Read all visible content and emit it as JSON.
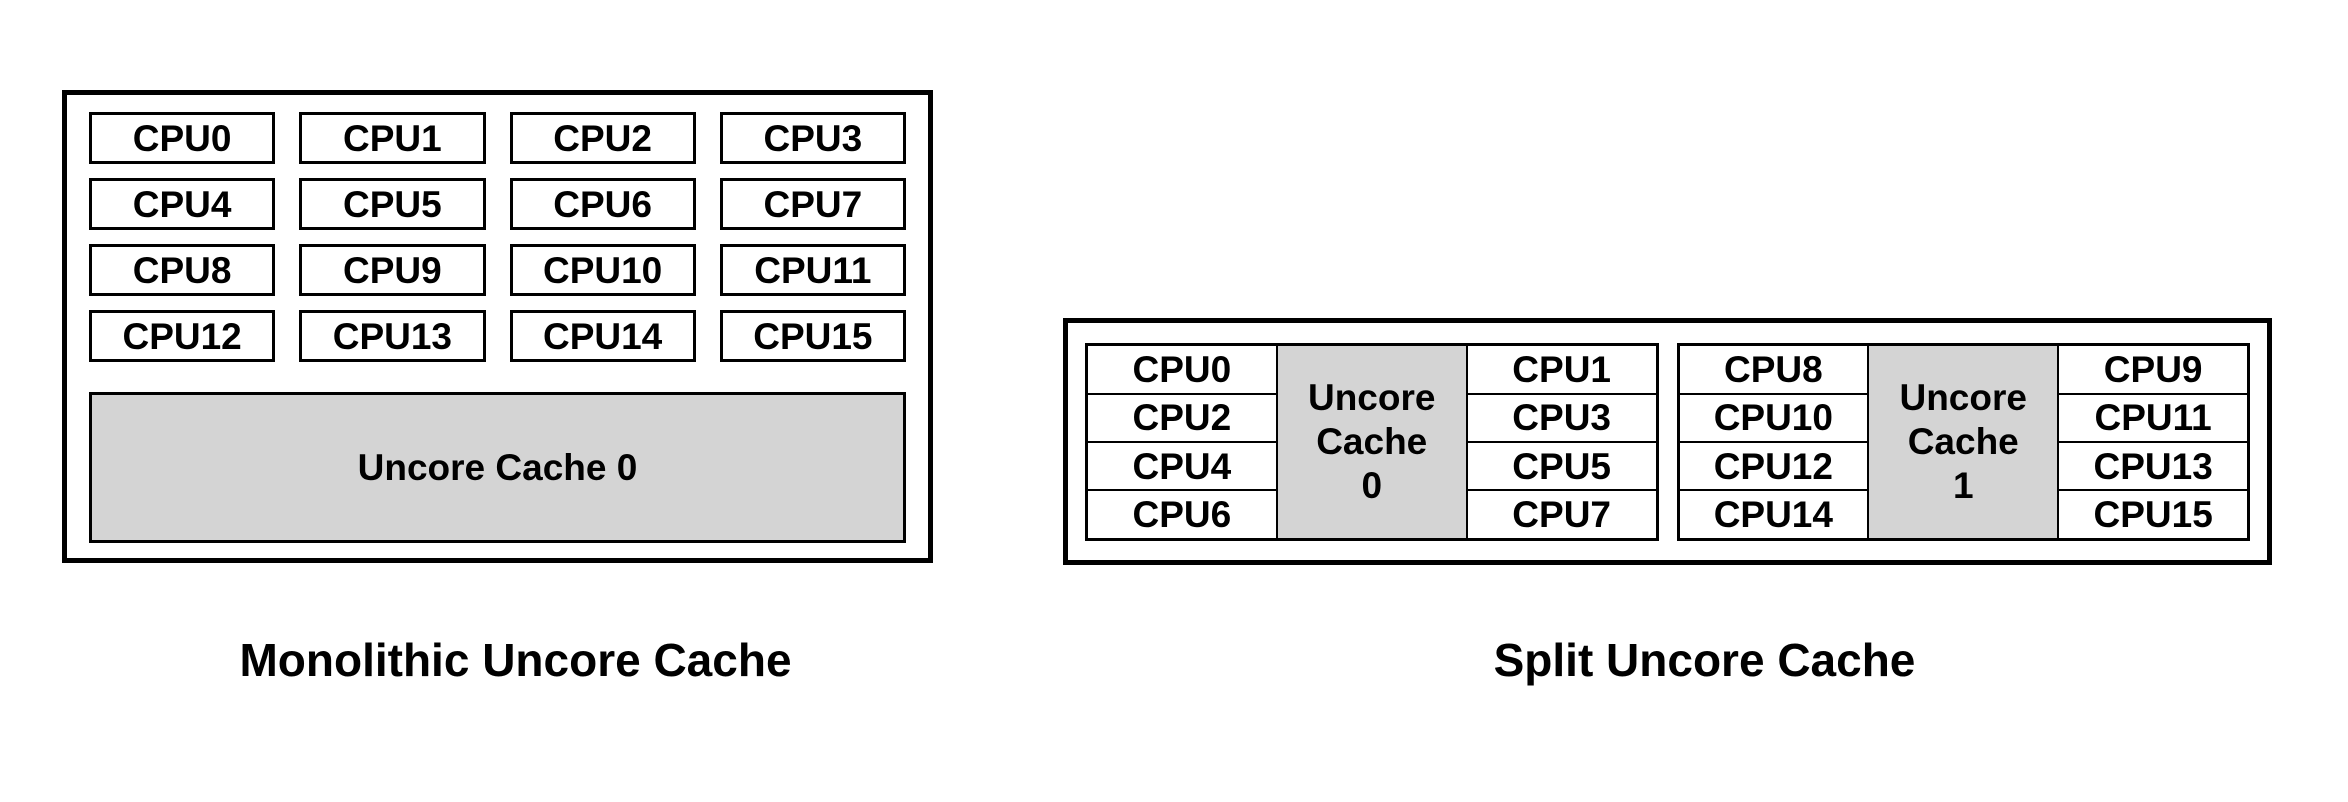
{
  "figure": {
    "background": "#ffffff",
    "colors": {
      "border": "#000000",
      "cache_fill": "#d4d4d4",
      "text": "#000000"
    },
    "monolithic": {
      "caption": "Monolithic Uncore Cache",
      "cpus": [
        "CPU0",
        "CPU1",
        "CPU2",
        "CPU3",
        "CPU4",
        "CPU5",
        "CPU6",
        "CPU7",
        "CPU8",
        "CPU9",
        "CPU10",
        "CPU11",
        "CPU12",
        "CPU13",
        "CPU14",
        "CPU15"
      ],
      "cache_label": "Uncore Cache 0"
    },
    "split": {
      "caption": "Split Uncore Cache",
      "clusters": [
        {
          "left_cpus": [
            "CPU0",
            "CPU2",
            "CPU4",
            "CPU6"
          ],
          "cache_lines": [
            "Uncore",
            "Cache",
            "0"
          ],
          "right_cpus": [
            "CPU1",
            "CPU3",
            "CPU5",
            "CPU7"
          ]
        },
        {
          "left_cpus": [
            "CPU8",
            "CPU10",
            "CPU12",
            "CPU14"
          ],
          "cache_lines": [
            "Uncore",
            "Cache",
            "1"
          ],
          "right_cpus": [
            "CPU9",
            "CPU11",
            "CPU13",
            "CPU15"
          ]
        }
      ]
    }
  }
}
